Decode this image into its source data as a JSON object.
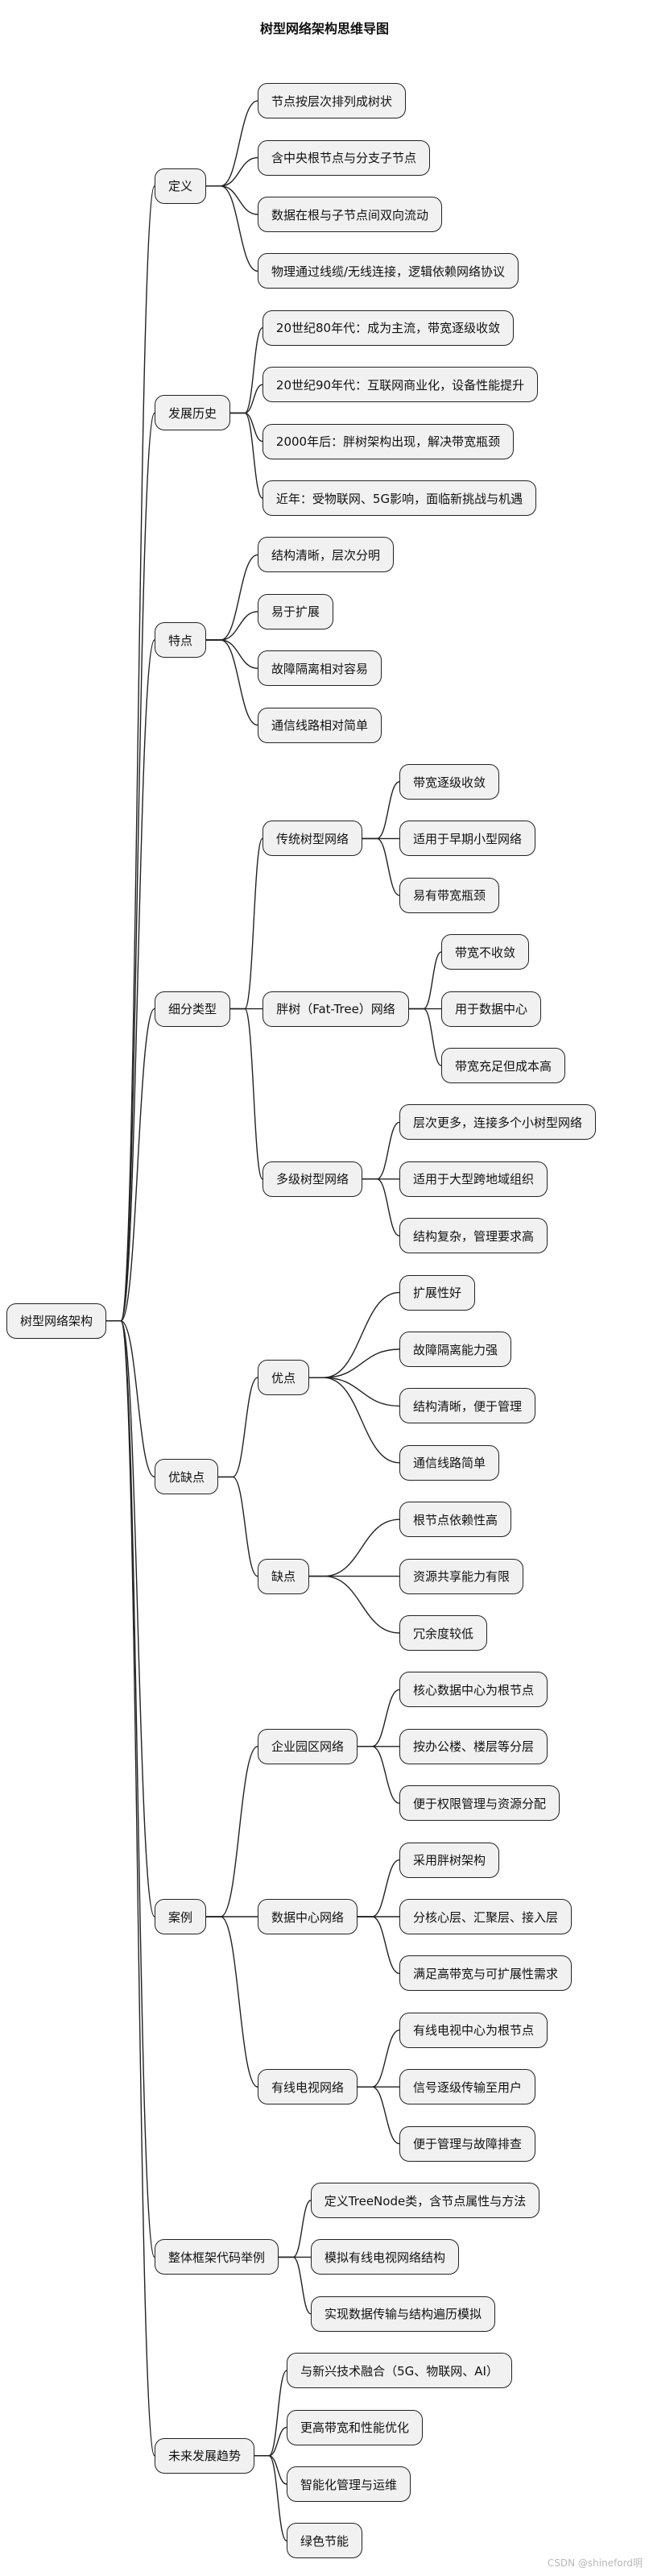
{
  "title": "树型网络架构思维导图",
  "watermark": "CSDN @shineford明",
  "tree": {
    "label": "树型网络架构",
    "children": [
      {
        "label": "定义",
        "children": [
          {
            "label": "节点按层次排列成树状"
          },
          {
            "label": "含中央根节点与分支子节点"
          },
          {
            "label": "数据在根与子节点间双向流动"
          },
          {
            "label": "物理通过线缆/无线连接，逻辑依赖网络协议"
          }
        ]
      },
      {
        "label": "发展历史",
        "children": [
          {
            "label": "20世纪80年代：成为主流，带宽逐级收敛"
          },
          {
            "label": "20世纪90年代：互联网商业化，设备性能提升"
          },
          {
            "label": "2000年后：胖树架构出现，解决带宽瓶颈"
          },
          {
            "label": "近年：受物联网、5G影响，面临新挑战与机遇"
          }
        ]
      },
      {
        "label": "特点",
        "children": [
          {
            "label": "结构清晰，层次分明"
          },
          {
            "label": "易于扩展"
          },
          {
            "label": "故障隔离相对容易"
          },
          {
            "label": "通信线路相对简单"
          }
        ]
      },
      {
        "label": "细分类型",
        "children": [
          {
            "label": "传统树型网络",
            "children": [
              {
                "label": "带宽逐级收敛"
              },
              {
                "label": "适用于早期小型网络"
              },
              {
                "label": "易有带宽瓶颈"
              }
            ]
          },
          {
            "label": "胖树（Fat-Tree）网络",
            "children": [
              {
                "label": "带宽不收敛"
              },
              {
                "label": "用于数据中心"
              },
              {
                "label": "带宽充足但成本高"
              }
            ]
          },
          {
            "label": "多级树型网络",
            "children": [
              {
                "label": "层次更多，连接多个小树型网络"
              },
              {
                "label": "适用于大型跨地域组织"
              },
              {
                "label": "结构复杂，管理要求高"
              }
            ]
          }
        ]
      },
      {
        "label": "优缺点",
        "children": [
          {
            "label": "优点",
            "children": [
              {
                "label": "扩展性好"
              },
              {
                "label": "故障隔离能力强"
              },
              {
                "label": "结构清晰，便于管理"
              },
              {
                "label": "通信线路简单"
              }
            ]
          },
          {
            "label": "缺点",
            "children": [
              {
                "label": "根节点依赖性高"
              },
              {
                "label": "资源共享能力有限"
              },
              {
                "label": "冗余度较低"
              }
            ]
          }
        ]
      },
      {
        "label": "案例",
        "children": [
          {
            "label": "企业园区网络",
            "children": [
              {
                "label": "核心数据中心为根节点"
              },
              {
                "label": "按办公楼、楼层等分层"
              },
              {
                "label": "便于权限管理与资源分配"
              }
            ]
          },
          {
            "label": "数据中心网络",
            "children": [
              {
                "label": "采用胖树架构"
              },
              {
                "label": "分核心层、汇聚层、接入层"
              },
              {
                "label": "满足高带宽与可扩展性需求"
              }
            ]
          },
          {
            "label": "有线电视网络",
            "children": [
              {
                "label": "有线电视中心为根节点"
              },
              {
                "label": "信号逐级传输至用户"
              },
              {
                "label": "便于管理与故障排查"
              }
            ]
          }
        ]
      },
      {
        "label": "整体框架代码举例",
        "children": [
          {
            "label": "定义TreeNode类，含节点属性与方法"
          },
          {
            "label": "模拟有线电视网络结构"
          },
          {
            "label": "实现数据传输与结构遍历模拟"
          }
        ]
      },
      {
        "label": "未来发展趋势",
        "children": [
          {
            "label": "与新兴技术融合（5G、物联网、AI）"
          },
          {
            "label": "更高带宽和性能优化"
          },
          {
            "label": "智能化管理与运维"
          },
          {
            "label": "绿色节能"
          }
        ]
      }
    ]
  }
}
